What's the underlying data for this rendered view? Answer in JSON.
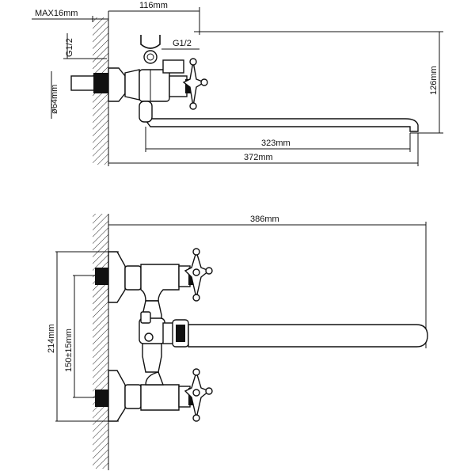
{
  "top_view": {
    "max_wall": "MAX16mm",
    "width_116": "116mm",
    "thread_left": "G1/2",
    "thread_right": "G1/2",
    "dia_64": "ø64mm",
    "height_126": "126mm",
    "spout_323": "323mm",
    "total_372": "372mm"
  },
  "front_view": {
    "total_386": "386mm",
    "height_214": "214mm",
    "centers_150": "150±15mm"
  }
}
